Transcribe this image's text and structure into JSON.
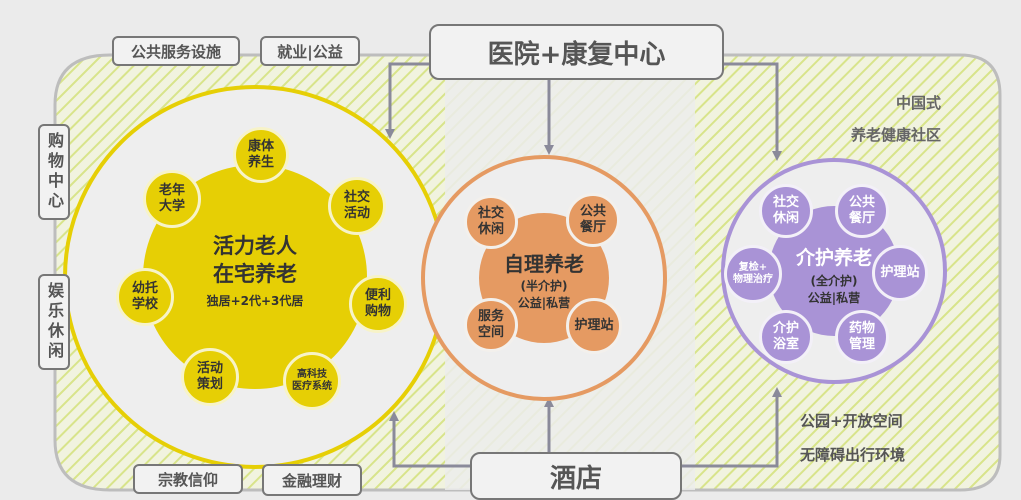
{
  "top_boxes": {
    "public_services": "公共服务设施",
    "employment": "就业|公益",
    "hospital": "医院+康复中心"
  },
  "bottom_boxes": {
    "religion": "宗教信仰",
    "finance": "金融理财",
    "hotel": "酒店"
  },
  "left_vertical": {
    "shopping": "购物中心",
    "leisure": "娱乐休闲"
  },
  "community_title": {
    "line1": "中国式",
    "line2": "养老健康社区"
  },
  "bottom_right": {
    "line1": "公园+开放空间",
    "line2": "无障碍出行环境"
  },
  "yellow": {
    "title1": "活力老人",
    "title2": "在宅养老",
    "subtitle": "独居+2代+3代居",
    "nodes": [
      {
        "l1": "康体",
        "l2": "养生"
      },
      {
        "l1": "社交",
        "l2": "活动"
      },
      {
        "l1": "便利",
        "l2": "购物"
      },
      {
        "l1": "高科技",
        "l2": "医疗系统"
      },
      {
        "l1": "活动",
        "l2": "策划"
      },
      {
        "l1": "幼托",
        "l2": "学校"
      },
      {
        "l1": "老年",
        "l2": "大学"
      }
    ]
  },
  "orange": {
    "title": "自理养老",
    "sub1": "(半介护)",
    "sub2": "公益|私营",
    "nodes": [
      {
        "l1": "社交",
        "l2": "休闲"
      },
      {
        "l1": "公共",
        "l2": "餐厅"
      },
      {
        "l1": "服务",
        "l2": "空间"
      },
      {
        "l1": "护理站",
        "l2": ""
      }
    ]
  },
  "purple": {
    "title": "介护养老",
    "sub1": "(全介护)",
    "sub2": "公益|私营",
    "nodes": [
      {
        "l1": "社交",
        "l2": "休闲"
      },
      {
        "l1": "公共",
        "l2": "餐厅"
      },
      {
        "l1": "复检+",
        "l2": "物理治疗"
      },
      {
        "l1": "护理站",
        "l2": ""
      },
      {
        "l1": "介护",
        "l2": "浴室"
      },
      {
        "l1": "药物",
        "l2": "管理"
      }
    ]
  },
  "colors": {
    "yellow": "#e6cf05",
    "orange": "#e59a62",
    "purple": "#a993d6",
    "hatch": "#dfe89a"
  }
}
